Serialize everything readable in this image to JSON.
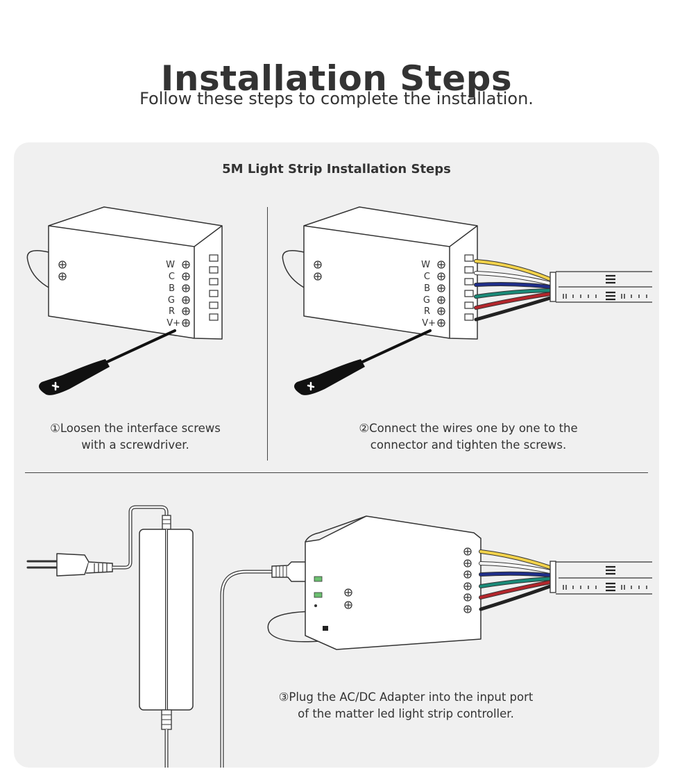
{
  "header": {
    "title": "Installation Steps",
    "subtitle": "Follow these steps to complete the installation."
  },
  "panel": {
    "heading": "5M Light Strip Installation Steps",
    "terminal_labels": [
      "W",
      "C",
      "B",
      "G",
      "R",
      "V+"
    ],
    "wire_colors": [
      "#f2d24b",
      "#ffffff",
      "#1f2e8a",
      "#1a8a78",
      "#b3262c",
      "#222222"
    ],
    "steps": [
      {
        "line1": "①Loosen the interface screws",
        "line2": "with a screwdriver."
      },
      {
        "line1": "②Connect the wires one by one to the",
        "line2": "connector and tighten the screws."
      },
      {
        "line1": "③Plug the AC/DC Adapter into the input port",
        "line2": "of the matter led light strip controller."
      }
    ]
  }
}
